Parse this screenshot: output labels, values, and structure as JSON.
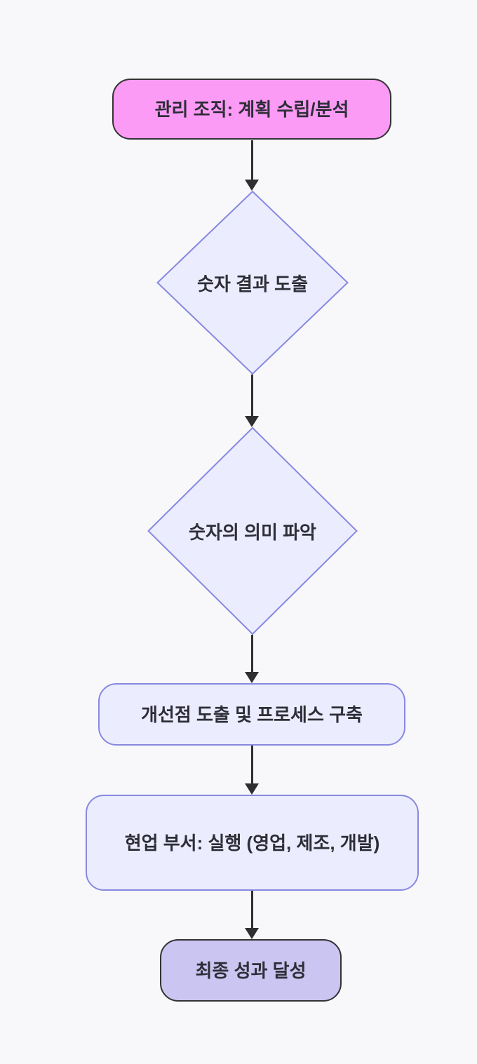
{
  "diagram": {
    "type": "flowchart",
    "direction": "top-down",
    "background": "#f8f8fa",
    "edge_color": "#2f2f2f",
    "text_color": "#2e2e38"
  },
  "nodes": [
    {
      "id": "plan",
      "shape": "rounded-rect",
      "label": "관리 조직: 계획 수립/분석",
      "fill": "#fc9bf5",
      "stroke": "#333333"
    },
    {
      "id": "numeric",
      "shape": "diamond",
      "label": "숫자 결과 도출",
      "fill": "#ececff",
      "stroke": "#8789e0"
    },
    {
      "id": "meaning",
      "shape": "diamond",
      "label": "숫자의 의미 파악",
      "fill": "#ececff",
      "stroke": "#8789e0"
    },
    {
      "id": "improvement",
      "shape": "rounded-rect",
      "label": "개선점 도출 및 프로세스 구축",
      "fill": "#ececff",
      "stroke": "#8789e0"
    },
    {
      "id": "execution",
      "shape": "rounded-rect",
      "label": "현업 부서: 실행 (영업, 제조, 개발)",
      "fill": "#ececff",
      "stroke": "#8789e0"
    },
    {
      "id": "final",
      "shape": "rounded-rect",
      "label": "최종 성과 달성",
      "fill": "#cbc5f2",
      "stroke": "#333333"
    }
  ],
  "edges": [
    {
      "from": "plan",
      "to": "numeric"
    },
    {
      "from": "numeric",
      "to": "meaning"
    },
    {
      "from": "meaning",
      "to": "improvement"
    },
    {
      "from": "improvement",
      "to": "execution"
    },
    {
      "from": "execution",
      "to": "final"
    }
  ]
}
